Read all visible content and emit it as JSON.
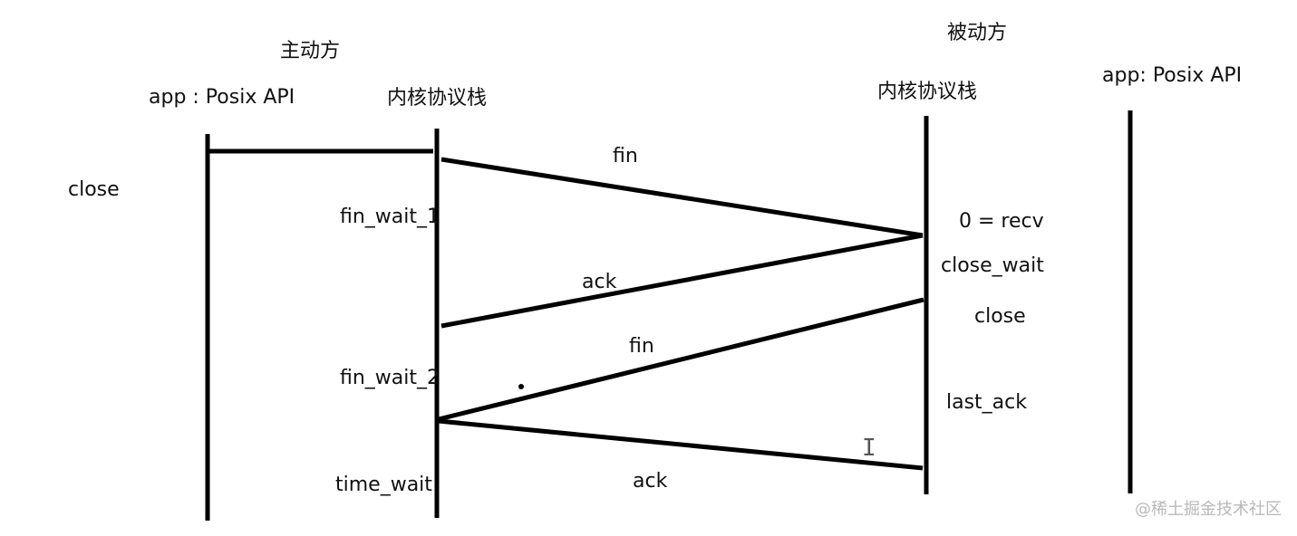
{
  "headers": {
    "active_side": "主动方",
    "passive_side": "被动方"
  },
  "lanes": {
    "active_app": "app : Posix API",
    "active_kernel": "内核协议栈",
    "passive_kernel": "内核协议栈",
    "passive_app": "app: Posix API"
  },
  "messages": [
    {
      "label": "fin",
      "from": "active_kernel",
      "to": "passive_kernel"
    },
    {
      "label": "ack",
      "from": "passive_kernel",
      "to": "active_kernel"
    },
    {
      "label": "fin",
      "from": "passive_kernel",
      "to": "active_kernel"
    },
    {
      "label": "ack",
      "from": "active_kernel",
      "to": "passive_kernel"
    }
  ],
  "active_states": {
    "call": "close",
    "fin_wait_1": "fin_wait_1",
    "fin_wait_2": "fin_wait_2",
    "time_wait": "time_wait"
  },
  "passive_states": {
    "recv": "0 = recv",
    "close_wait": "close_wait",
    "close": "close",
    "last_ack": "last_ack"
  },
  "watermark": "@稀土掘金技术社区"
}
